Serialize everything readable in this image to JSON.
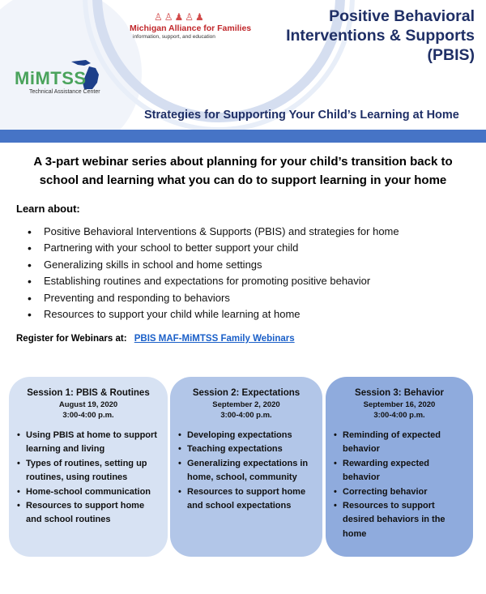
{
  "header": {
    "title": "Positive Behavioral Interventions & Supports (PBIS)",
    "subtitle": "Strategies for Supporting Your Child’s Learning at Home",
    "maf_logo": {
      "name": "Michigan Alliance for Families",
      "tagline": "information, support, and education"
    },
    "mimtss_logo": {
      "name": "MiMTSS",
      "subtitle": "Technical Assistance Center"
    }
  },
  "intro": "A 3-part webinar series about planning for your child’s transition back to school and learning what you can do to support learning in your home",
  "learn": {
    "heading": "Learn about:",
    "items": [
      "Positive Behavioral Interventions & Supports (PBIS) and strategies for home",
      "Partnering with your school to better support your child",
      "Generalizing skills in school and home settings",
      "Establishing routines and expectations for promoting positive behavior",
      "Preventing and responding to behaviors",
      "Resources to support your child while learning at home"
    ]
  },
  "register": {
    "label": "Register for Webinars at:",
    "link": "PBIS MAF-MiMTSS Family Webinars"
  },
  "sessions": [
    {
      "title": "Session 1: PBIS & Routines",
      "date": "August 19, 2020",
      "time": "3:00-4:00 p.m.",
      "items": [
        "Using PBIS at home to support learning and living",
        "Types of routines, setting up routines, using routines",
        "Home-school communication",
        "Resources to support home and school routines"
      ]
    },
    {
      "title": "Session 2: Expectations",
      "date": "September 2, 2020",
      "time": "3:00-4:00 p.m.",
      "items": [
        "Developing expectations",
        "Teaching expectations",
        "Generalizing expectations in home, school, community",
        "Resources to support home and school expectations"
      ]
    },
    {
      "title": "Session 3: Behavior",
      "date": "September 16, 2020",
      "time": "3:00-4:00 p.m.",
      "items": [
        "Reminding of expected behavior",
        "Rewarding expected behavior",
        "Correcting behavior",
        "Resources to support desired behaviors in the home"
      ]
    }
  ],
  "colors": {
    "title_navy": "#1f2f66",
    "band_blue": "#4674c6",
    "link_blue": "#1a5fc8",
    "card1": "#d7e2f3",
    "card2": "#b2c6e8",
    "card3": "#8fabdd"
  }
}
